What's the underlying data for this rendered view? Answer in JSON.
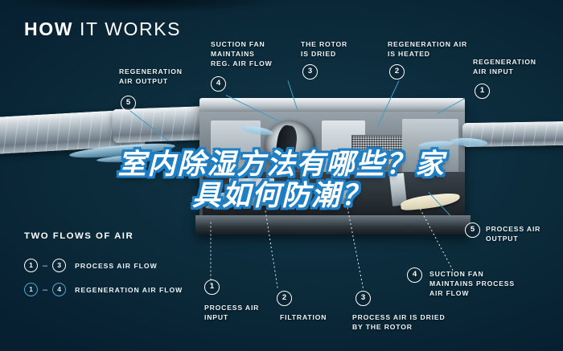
{
  "header": {
    "title_bold": "HOW",
    "title_light": "IT WORKS"
  },
  "overlay": {
    "line1": "室内除湿方法有哪些？家",
    "line2": "具如何防潮？",
    "outline_color": "#1f7fc4",
    "text_color": "#ffffff"
  },
  "colors": {
    "background": "#082130",
    "accent_cyan": "#4fa7cc",
    "leader_line": "#3f9dc4",
    "text": "#eef4f7",
    "heater_glow": "#f0a24a"
  },
  "callouts": [
    {
      "id": "regeneration-air-output",
      "number": "5",
      "lines": [
        "REGENERATION",
        "AIR OUTPUT"
      ]
    },
    {
      "id": "suction-fan-reg-air-flow",
      "number": "4",
      "lines": [
        "SUCTION FAN",
        "MAINTAINS",
        "REG. AIR FLOW"
      ]
    },
    {
      "id": "the-rotor-is-dried",
      "number": "3",
      "lines": [
        "THE ROTOR",
        "IS DRIED"
      ]
    },
    {
      "id": "regeneration-air-is-heated",
      "number": "2",
      "lines": [
        "REGENERATION AIR",
        "IS HEATED"
      ]
    },
    {
      "id": "regeneration-air-input",
      "number": "1",
      "lines": [
        "REGENERATION",
        "AIR INPUT"
      ]
    },
    {
      "id": "process-air-output",
      "number": "5",
      "lines": [
        "PROCESS AIR",
        "OUTPUT"
      ]
    },
    {
      "id": "suction-fan-process-air-flow",
      "number": "4",
      "lines": [
        "SUCTION FAN",
        "MAINTAINS PROCESS",
        "AIR FLOW"
      ]
    },
    {
      "id": "process-air-input",
      "number": "1",
      "lines": [
        "PROCESS AIR",
        "INPUT"
      ]
    },
    {
      "id": "filtration",
      "number": "2",
      "lines": [
        "FILTRATION"
      ]
    },
    {
      "id": "process-air-is-dried",
      "number": "3",
      "lines": [
        "PROCESS AIR IS DRIED",
        "BY THE ROTOR"
      ]
    }
  ],
  "legend": {
    "title": "TWO FLOWS OF AIR",
    "rows": [
      {
        "from": "1",
        "dash": "–",
        "to": "3",
        "label": "PROCESS AIR FLOW",
        "style": "white"
      },
      {
        "from": "1",
        "dash": "–",
        "to": "4",
        "label": "REGENERATION AIR FLOW",
        "style": "cyan"
      }
    ]
  }
}
